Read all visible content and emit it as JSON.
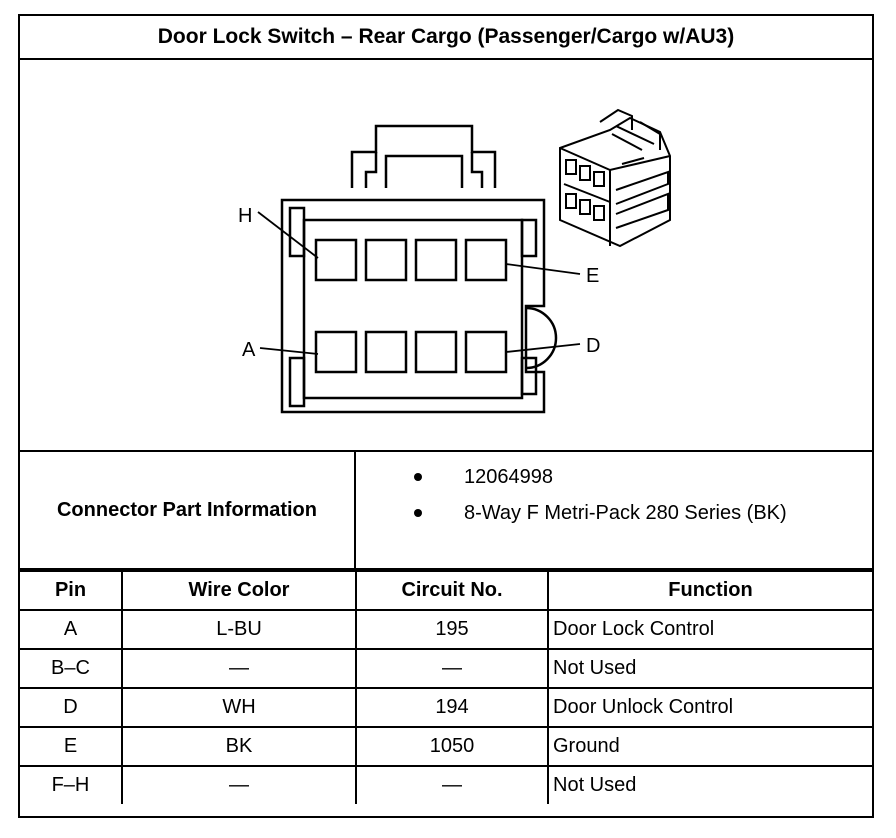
{
  "title": "Door Lock Switch – Rear Cargo (Passenger/Cargo w/AU3)",
  "diagram": {
    "pin_labels": {
      "h": "H",
      "e": "E",
      "a": "A",
      "d": "D"
    }
  },
  "connector_info": {
    "label": "Connector Part Information",
    "items": [
      "12064998",
      "8-Way F Metri-Pack 280 Series (BK)"
    ]
  },
  "table": {
    "headers": [
      "Pin",
      "Wire Color",
      "Circuit No.",
      "Function"
    ],
    "rows": [
      [
        "A",
        "L-BU",
        "195",
        "Door Lock Control"
      ],
      [
        "B–C",
        "—",
        "—",
        "Not Used"
      ],
      [
        "D",
        "WH",
        "194",
        "Door Unlock Control"
      ],
      [
        "E",
        "BK",
        "1050",
        "Ground"
      ],
      [
        "F–H",
        "—",
        "—",
        "Not Used"
      ]
    ]
  }
}
